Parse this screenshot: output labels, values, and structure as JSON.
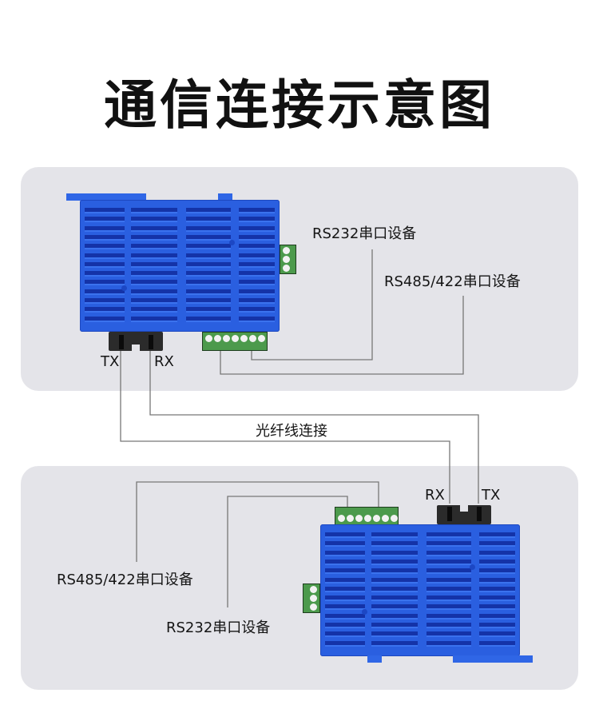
{
  "title": "通信连接示意图",
  "top_device": {
    "ports": {
      "tx": "TX",
      "rx": "RX"
    },
    "labels": {
      "rs232": "RS232串口设备",
      "rs485": "RS485/422串口设备"
    }
  },
  "fiber_link": {
    "label": "光纤线连接"
  },
  "bottom_device": {
    "ports": {
      "rx": "RX",
      "tx": "TX"
    },
    "labels": {
      "rs485": "RS485/422串口设备",
      "rs232": "RS232串口设备"
    }
  },
  "colors": {
    "panel_bg": "#e4e4e9",
    "device_blue": "#2a5fe0",
    "terminal_green": "#4c9a4c",
    "connector_black": "#2b2b2b",
    "wire_gray": "#777777"
  }
}
